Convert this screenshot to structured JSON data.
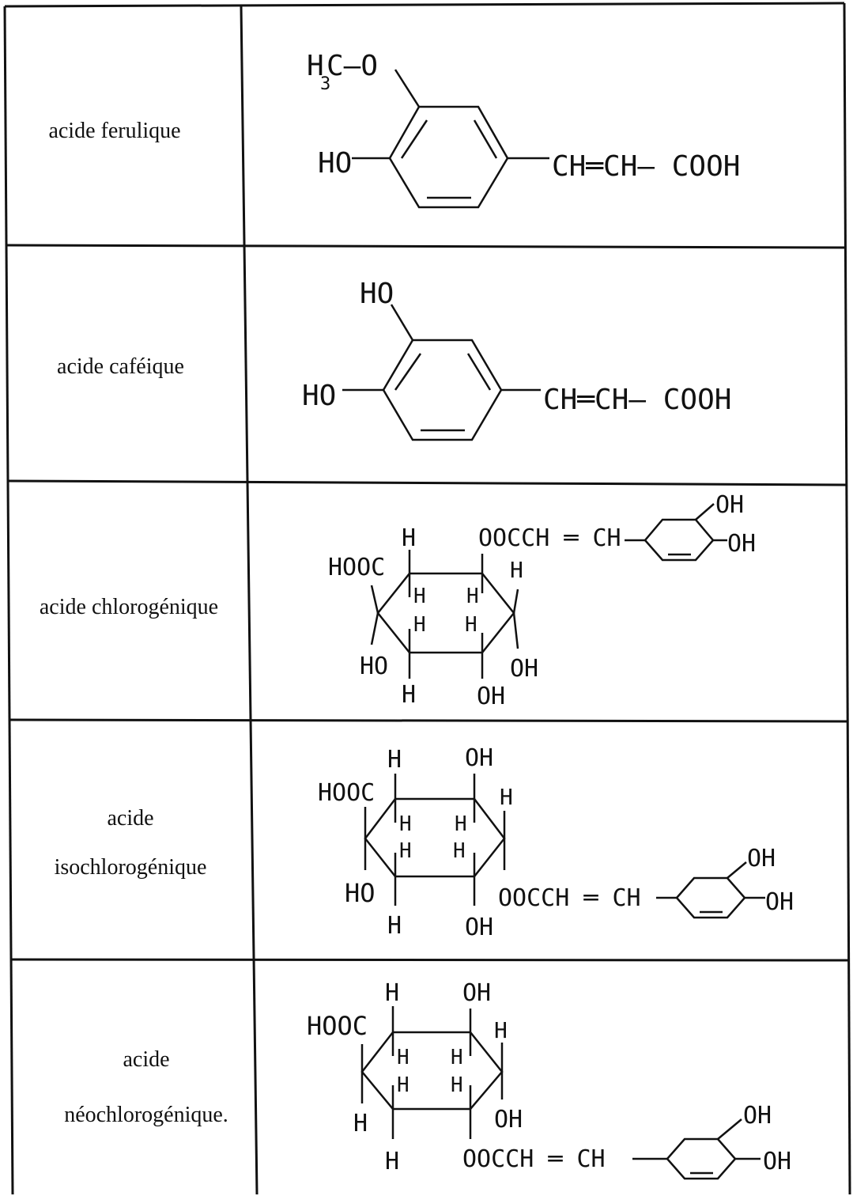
{
  "rows": [
    {
      "name_lines": [
        "acide ferulique"
      ],
      "labels": {
        "h3c": "H",
        "sub3": "3",
        "c_o": "C—O",
        "ho": "HO",
        "chain": "CH═CH— COOH"
      }
    },
    {
      "name_lines": [
        "acide caféique"
      ],
      "labels": {
        "ho_top": "HO",
        "ho_left": "HO",
        "chain": "CH═CH— COOH"
      }
    },
    {
      "name_lines": [
        "acide chlorogénique"
      ],
      "labels": {
        "hooc": "HOOC",
        "h1": "H",
        "ester": "OOCCH ═ CH",
        "oh1": "OH",
        "oh2": "OH",
        "h2": "H",
        "h3": "H",
        "h4": "H",
        "h5": "H",
        "h6": "H",
        "ho": "HO",
        "oh3": "OH",
        "h7": "H",
        "oh4": "OH"
      }
    },
    {
      "name_lines": [
        "acide",
        "isochlorogénique"
      ],
      "labels": {
        "h1": "H",
        "oh1": "OH",
        "hooc": "HOOC",
        "h2": "H",
        "h3": "H",
        "h4": "H",
        "h5": "H",
        "h6": "H",
        "ho": "HO",
        "ester": "OOCCH ═ CH",
        "oh2": "OH",
        "oh3": "OH",
        "h7": "H",
        "oh4": "OH"
      }
    },
    {
      "name_lines": [
        "acide",
        "néochlorogénique."
      ],
      "labels": {
        "h1": "H",
        "oh1": "OH",
        "hooc": "HOOC",
        "h2": "H",
        "h3": "H",
        "h4": "H",
        "h5": "H",
        "h6": "H",
        "oh2": "OH",
        "h7": "H",
        "h8": "H",
        "ester": "OOCCH ═ CH",
        "oh3": "OH",
        "oh4": "OH"
      }
    }
  ]
}
